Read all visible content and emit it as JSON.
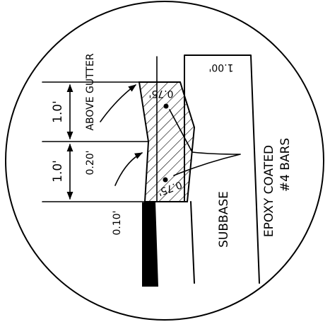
{
  "labels": {
    "dim_upper": "1.0'",
    "dim_lower": "1.0'",
    "above_gutter": "ABOVE GUTTER",
    "offset_020": "0.20'",
    "offset_010": "0.10'",
    "curb_thickness": "1.00'",
    "bar_top": "0.75'",
    "bar_bottom": "0.75'",
    "subbase": "SUBBASE",
    "epoxy_line1": "EPOXY COATED",
    "epoxy_line2": "#4 BARS"
  }
}
